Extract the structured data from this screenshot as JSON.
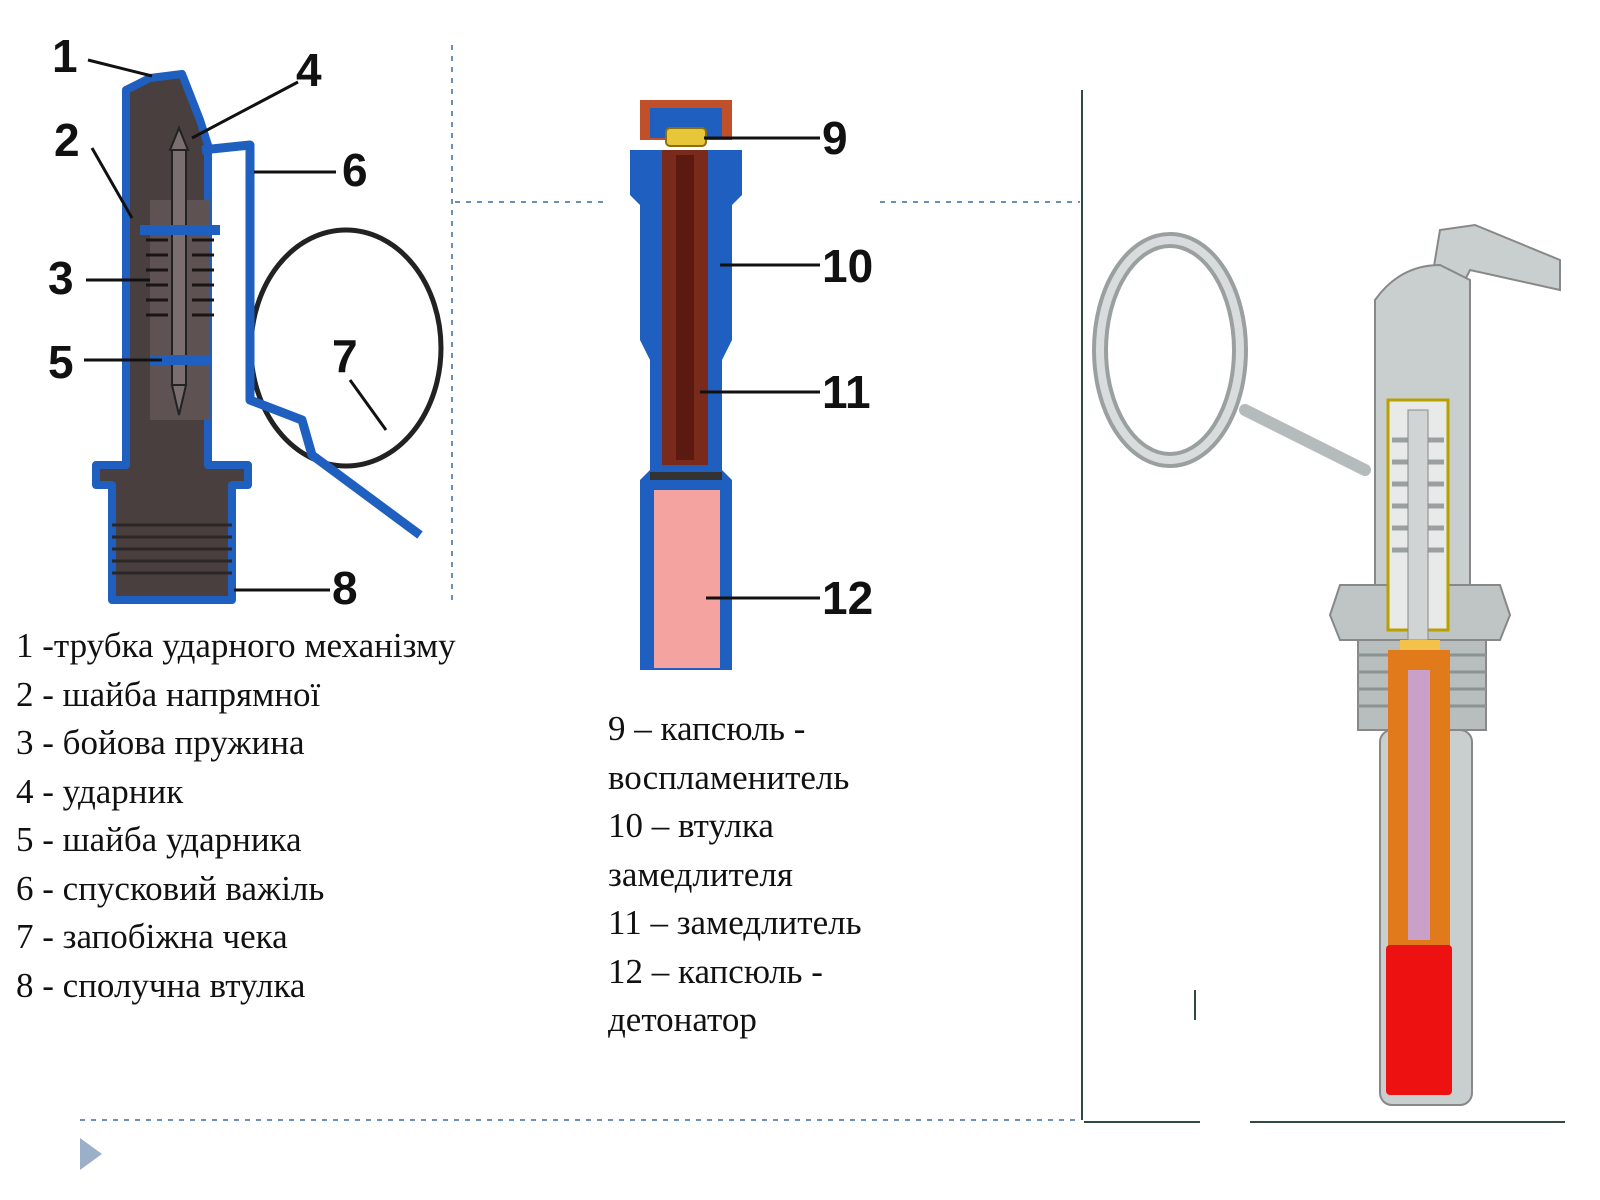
{
  "callouts": {
    "c1": "1",
    "c2": "2",
    "c3": "3",
    "c4": "4",
    "c5": "5",
    "c6": "6",
    "c7": "7",
    "c8": "8",
    "c9": "9",
    "c10": "10",
    "c11": "11",
    "c12": "12"
  },
  "legend_left": [
    "1 -трубка ударного механізму",
    "2 - шайба напрямної",
    "3 - бойова пружина",
    "4 - ударник",
    "5 - шайба ударника",
    "6 - спусковий важіль",
    "7 - запобіжна чека",
    "8 - сполучна втулка"
  ],
  "legend_mid": [
    "9 – капсюль -",
    "воспламенитель",
    "10 – втулка",
    "замедлителя",
    "11 – замедлитель",
    "12 – капсюль -",
    "детонатор"
  ],
  "colors": {
    "housing_blue": "#1f5fbf",
    "body_dark": "#4a3f3f",
    "delay_brown": "#7a2a1a",
    "detonator_pink": "#f4a3a0",
    "cap_red": "#c0502a",
    "render_orange": "#e07a1a",
    "render_red": "#ee1111",
    "render_grey": "#c9cfcf",
    "divider": "#6a8fb8",
    "nav_arrow": "#9bb0c8"
  },
  "icons": {
    "nav": "play-triangle-icon"
  }
}
